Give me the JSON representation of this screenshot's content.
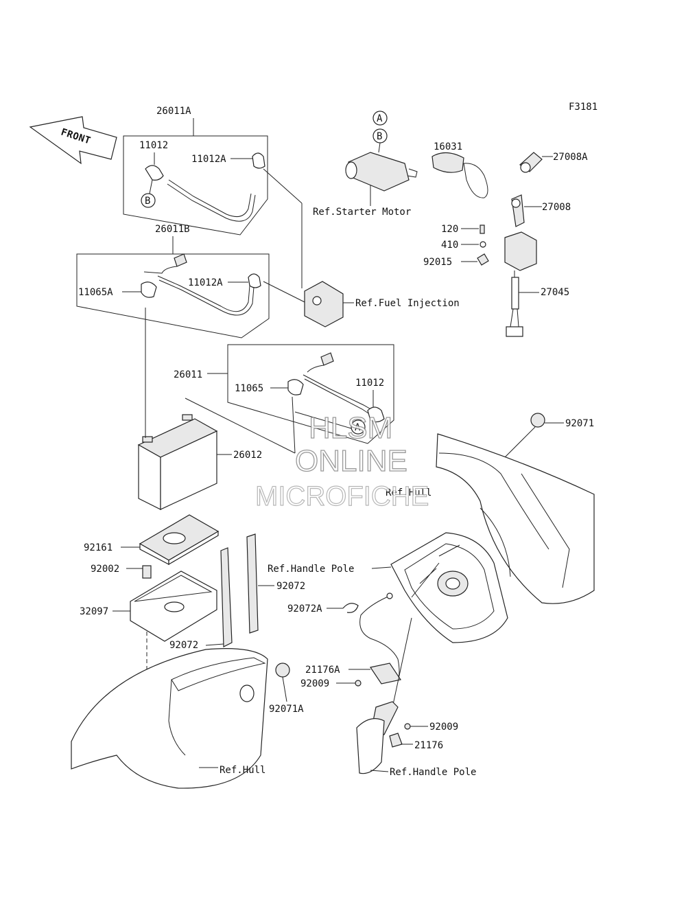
{
  "figure_code": "F3181",
  "front_arrow_label": "FRONT",
  "watermark": {
    "line1": "HLSM",
    "line2": "ONLINE",
    "line3": "MICROFICHE"
  },
  "callout_letters": {
    "a": "A",
    "b": "B"
  },
  "parts": {
    "p26011A": "26011A",
    "p11012_top": "11012",
    "p11012A_top": "11012A",
    "p26011B": "26011B",
    "p11065A": "11065A",
    "p11012A_mid": "11012A",
    "p26011": "26011",
    "p11065": "11065",
    "p11012_low": "11012",
    "p26012": "26012",
    "p16031": "16031",
    "p27008A": "27008A",
    "p27008": "27008",
    "p120": "120",
    "p410": "410",
    "p92015": "92015",
    "p27045": "27045",
    "p92071": "92071",
    "p92161": "92161",
    "p92002": "92002",
    "p32097": "32097",
    "p92072_right": "92072",
    "p92072_bottom": "92072",
    "p92072A": "92072A",
    "p21176A": "21176A",
    "p92009_left": "92009",
    "p92071A": "92071A",
    "p92009_right": "92009",
    "p21176": "21176"
  },
  "references": {
    "starter_motor": "Ref.Starter Motor",
    "fuel_injection": "Ref.Fuel Injection",
    "hull_upper": "Ref.Hull",
    "handle_pole_upper": "Ref.Handle Pole",
    "hull_lower": "Ref.Hull",
    "handle_pole_lower": "Ref.Handle Pole"
  }
}
